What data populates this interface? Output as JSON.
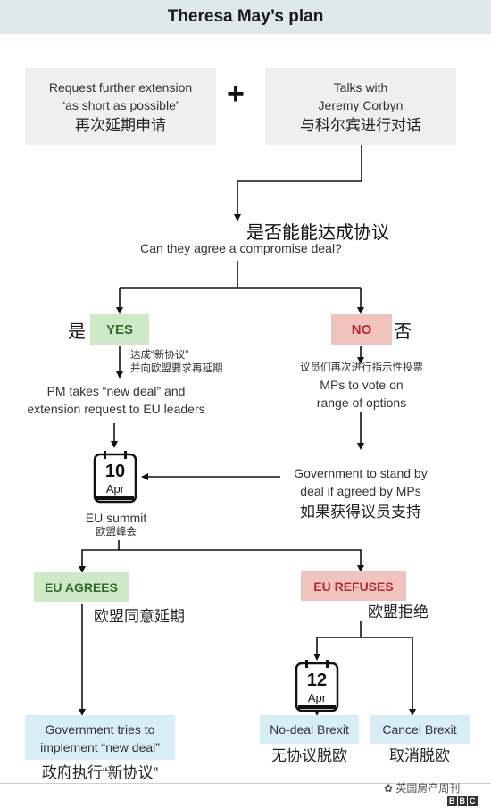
{
  "title": "Theresa May’s plan",
  "plus": "+",
  "request": {
    "en_line1": "Request further extension",
    "en_line2": "“as short as possible”",
    "zh": "再次延期申请"
  },
  "talks": {
    "en_line1": "Talks with",
    "en_line2": "Jeremy Corbyn",
    "zh": "与科尔宾进行对话"
  },
  "question": {
    "zh": "是否能能达成协议",
    "en": "Can they agree a compromise deal?"
  },
  "yes_branch": {
    "zh_label": "是",
    "badge": "YES",
    "zh_note_line1": "达成“新协议”",
    "zh_note_line2": "并向欧盟要求再延期",
    "en_line1": "PM takes “new deal” and",
    "en_line2": "extension request to EU leaders"
  },
  "no_branch": {
    "zh_label": "否",
    "badge": "NO",
    "zh_note": "议员们再次进行指示性投票",
    "en_line1": "MPs to vote on",
    "en_line2": "range of options"
  },
  "gov_stand": {
    "en_line1": "Government to stand by",
    "en_line2": "deal if agreed by MPs",
    "zh": "如果获得议员支持"
  },
  "summit": {
    "day": "10",
    "month": "Apr",
    "en": "EU summit",
    "zh": "欧盟峰会"
  },
  "eu_agrees": {
    "badge": "EU AGREES",
    "zh": "欧盟同意延期"
  },
  "eu_refuses": {
    "badge": "EU REFUSES",
    "zh": "欧盟拒绝"
  },
  "brexit_date": {
    "day": "12",
    "month": "Apr"
  },
  "gov_tries": {
    "en_line1": "Government tries to",
    "en_line2": "implement “new deal”",
    "zh": "政府执行“新协议”"
  },
  "no_deal": {
    "en": "No-deal Brexit",
    "zh": "无协议脱欧"
  },
  "cancel": {
    "en": "Cancel Brexit",
    "zh": "取消脱欧"
  },
  "watermark": "英国房产周刊",
  "bbc": [
    "B",
    "B",
    "C"
  ],
  "colors": {
    "header_bg": "#dfe8ea",
    "yes_bg": "#cfe8c8",
    "yes_text": "#2f6d2b",
    "no_bg": "#f1c3bf",
    "no_text": "#b52b2b",
    "outcome_bg": "#d8eef5",
    "box_bg": "#efefef"
  }
}
